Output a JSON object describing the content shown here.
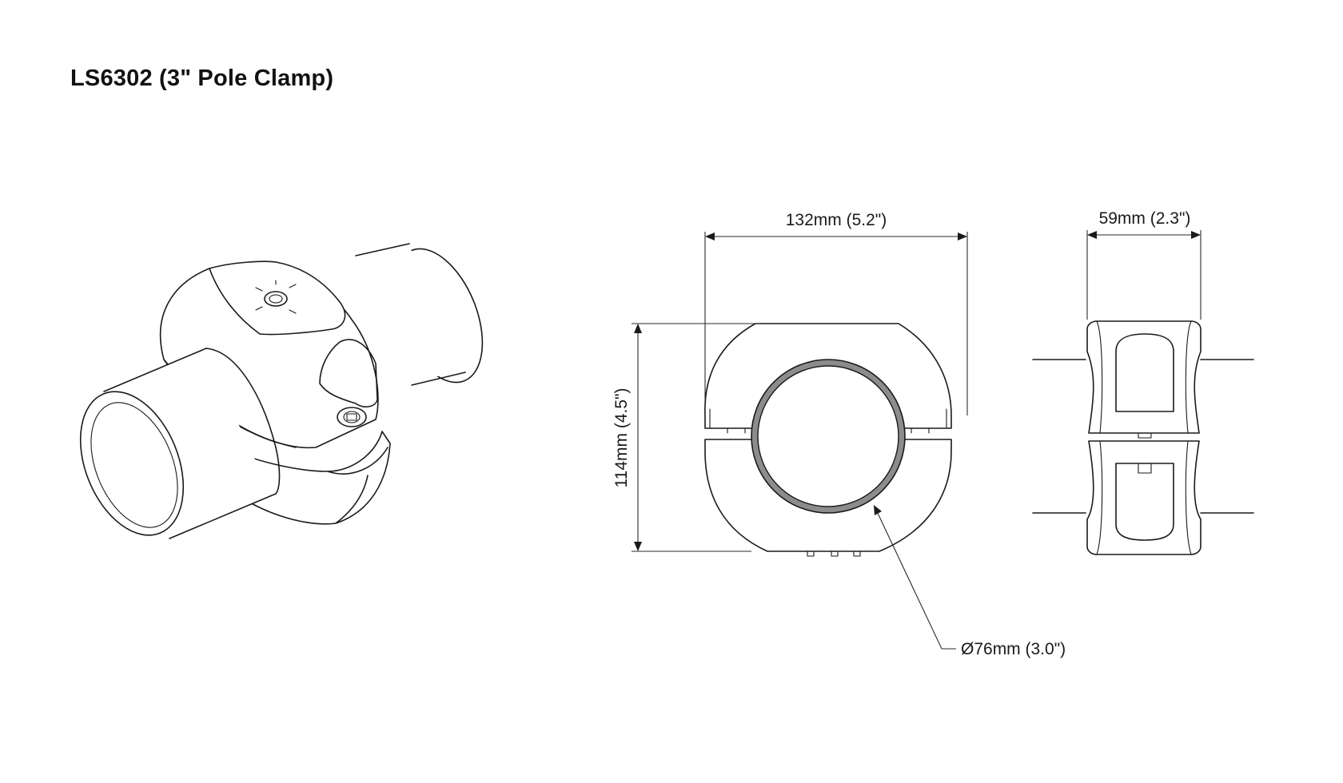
{
  "title": "LS6302 (3\" Pole Clamp)",
  "dimensions": {
    "width": "132mm (5.2\")",
    "height": "114mm (4.5\")",
    "depth": "59mm (2.3\")",
    "bore_diameter": "Ø76mm (3.0\")"
  }
}
